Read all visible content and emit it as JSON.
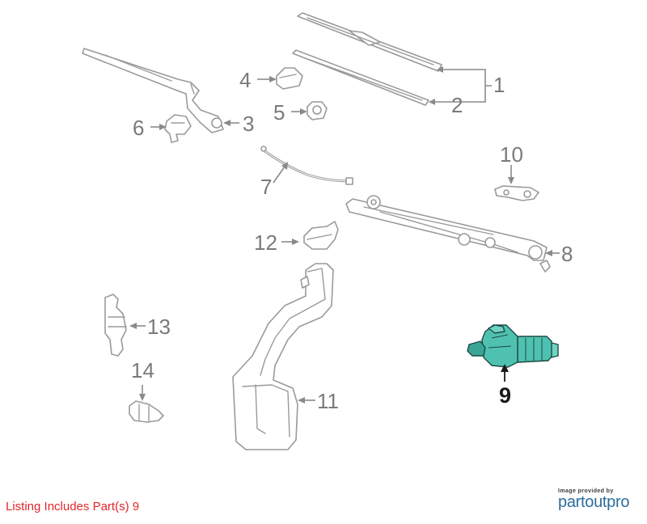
{
  "callouts": {
    "c1": "1",
    "c2": "2",
    "c3": "3",
    "c4": "4",
    "c5": "5",
    "c6": "6",
    "c7": "7",
    "c8": "8",
    "c9": "9",
    "c10": "10",
    "c11": "11",
    "c12": "12",
    "c13": "13",
    "c14": "14"
  },
  "highlighted_part": "9",
  "colors": {
    "highlight": "#4fc1b0",
    "highlight_dark": "#2a8f82",
    "listing_text": "#e3262b",
    "logo": "#2c6d9e"
  },
  "footer": {
    "listing_text": "Listing Includes Part(s) 9",
    "credit_small": "Image provided by",
    "credit_logo": "partoutpro"
  }
}
